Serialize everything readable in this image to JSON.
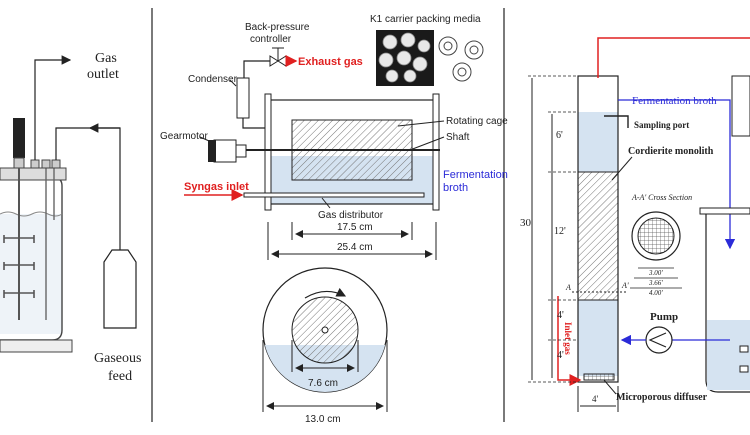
{
  "panel_a": {
    "gas_outlet_line1": "Gas",
    "gas_outlet_line2": "outlet",
    "gaseous_feed_line1": "Gaseous",
    "gaseous_feed_line2": "feed"
  },
  "panel_b": {
    "back_pressure_line1": "Back-pressure",
    "back_pressure_line2": "controller",
    "exhaust_gas": "Exhaust gas",
    "packing_media": "K1 carrier packing media",
    "condenser": "Condenser",
    "rotating_cage": "Rotating cage",
    "shaft": "Shaft",
    "gearmotor": "Gearmotor",
    "fermentation_line1": "Fermentation",
    "fermentation_line2": "broth",
    "syngas_inlet": "Syngas inlet",
    "gas_distributor": "Gas distributor",
    "dim_inner": "17.5 cm",
    "dim_outer": "25.4 cm",
    "dim_cage_dia": "7.6 cm",
    "dim_vessel_dia": "13.0 cm"
  },
  "panel_c": {
    "fermentation_broth": "Fermentation broth",
    "sampling_port": "Sampling port",
    "cordierite_monolith": "Cordierite monolith",
    "cross_section": "A-A' Cross Section",
    "cs_dim1": "3.00'",
    "cs_dim2": "3.66'",
    "cs_dim3": "4.00'",
    "pump": "Pump",
    "inlet_gas": "Inlet gas",
    "microporous_diffuser": "Microporous diffuser",
    "dim_total": "30'",
    "dim_top": "6'",
    "dim_mid": "12'",
    "dim_low1": "4'",
    "dim_low2": "4'",
    "dim_width": "4'",
    "section_a": "A",
    "section_a_prime": "A'"
  },
  "colors": {
    "red": "#e02020",
    "blue": "#2b2bd8",
    "liquid": "#d5e3f1",
    "line": "#222222"
  }
}
